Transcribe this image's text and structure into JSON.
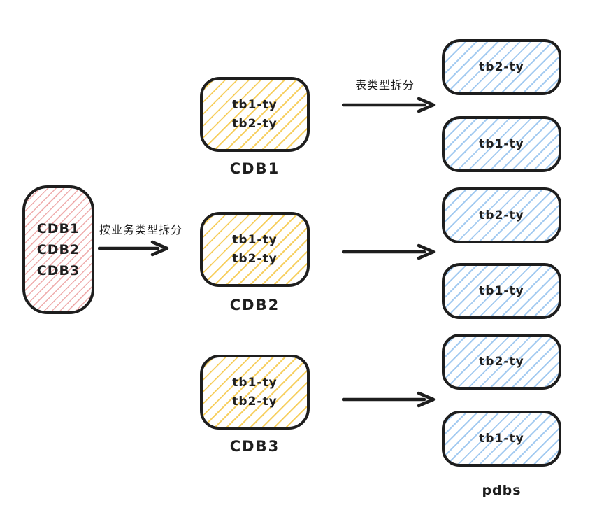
{
  "diagram": {
    "source_node": {
      "lines": [
        "CDB1",
        "CDB2",
        "CDB3"
      ]
    },
    "business_split_arrow_label": "按业务类型拆分",
    "table_split_arrow_label": "表类型拆分",
    "cdb_nodes": [
      {
        "caption": "CDB1",
        "lines": [
          "tb1-ty",
          "tb2-ty"
        ]
      },
      {
        "caption": "CDB2",
        "lines": [
          "tb1-ty",
          "tb2-ty"
        ]
      },
      {
        "caption": "CDB3",
        "lines": [
          "tb1-ty",
          "tb2-ty"
        ]
      }
    ],
    "pdb_nodes": [
      {
        "label": "tb2-ty"
      },
      {
        "label": "tb1-ty"
      },
      {
        "label": "tb2-ty"
      },
      {
        "label": "tb1-ty"
      },
      {
        "label": "tb2-ty"
      },
      {
        "label": "tb1-ty"
      }
    ],
    "pdbs_caption": "pdbs",
    "colors": {
      "stroke": "#1e1e1e",
      "pink": "#efadad",
      "yellow": "#f7d062",
      "blue": "#a4cbf1",
      "bg": "#ffffff"
    }
  }
}
